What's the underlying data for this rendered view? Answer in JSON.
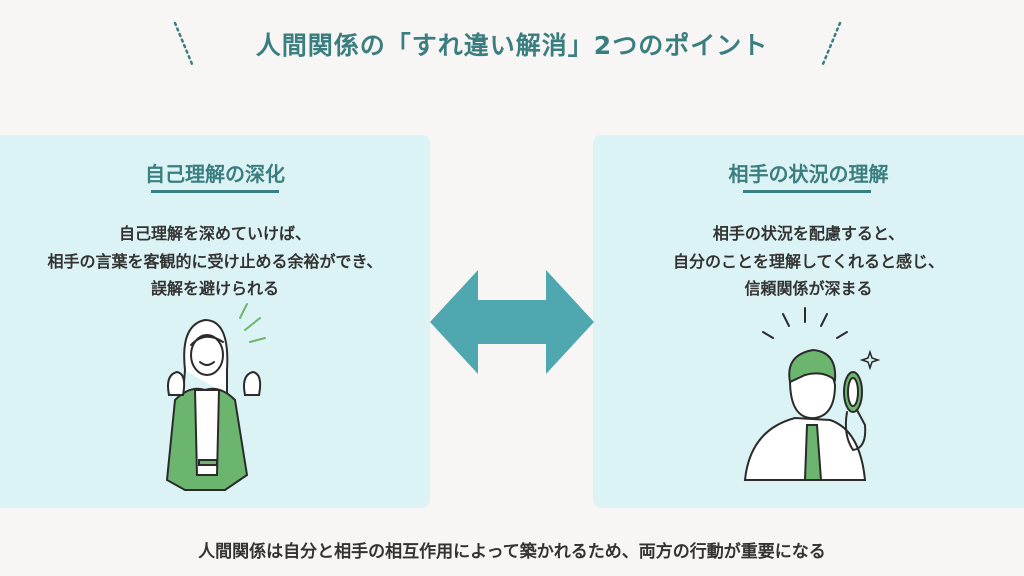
{
  "title": "人間関係の「すれ違い解消」2つのポイント",
  "left_card": {
    "heading": "自己理解の深化",
    "lines": [
      "自己理解を深めていけば、",
      "相手の言葉を客観的に受け止める余裕ができ、",
      "誤解を避けられる"
    ]
  },
  "right_card": {
    "heading": "相手の状況の理解",
    "lines": [
      "相手の状況を配慮すると、",
      "自分のことを理解してくれると感じ、",
      "信頼関係が深まる"
    ]
  },
  "footer": "人間関係は自分と相手の相互作用によって築かれるため、両方の行動が重要になる",
  "colors": {
    "accent": "#3b7e7f",
    "card": "#dbf3f5",
    "arrow": "#4fa7b0",
    "figure_green": "#6cb56f",
    "background": "#f7f6f4"
  }
}
